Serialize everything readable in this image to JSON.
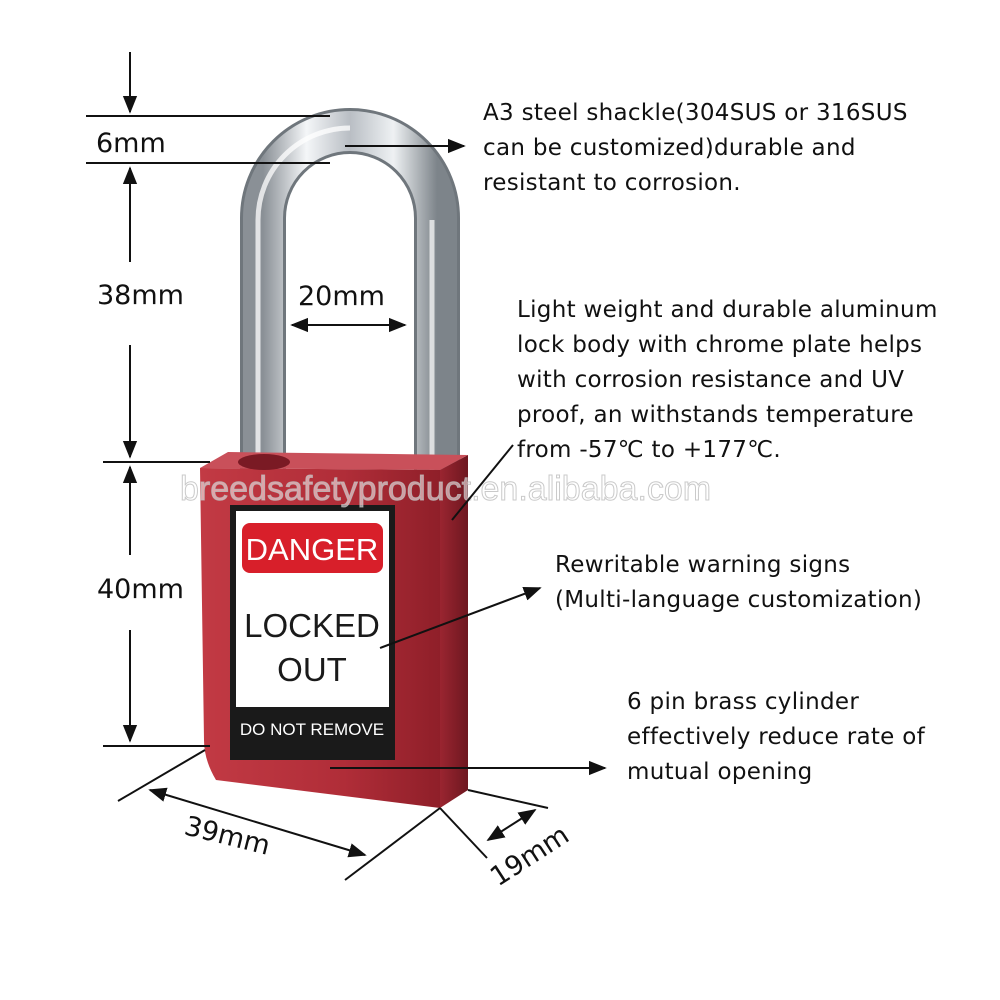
{
  "dimensions": {
    "shackle_thickness": "6mm",
    "shackle_clearance": "38mm",
    "shackle_width": "20mm",
    "body_height": "40mm",
    "body_width": "39mm",
    "body_depth": "19mm"
  },
  "label": {
    "header": "DANGER",
    "line1": "LOCKED",
    "line2": "OUT",
    "footer": "DO NOT REMOVE"
  },
  "watermark": "breedsafetyproduct.en.alibaba.com",
  "callouts": {
    "shackle": [
      "A3 steel shackle(304SUS or 316SUS",
      "can be customized)durable and",
      "resistant to corrosion."
    ],
    "body": [
      "Light weight and durable aluminum",
      "lock body with chrome plate helps",
      "with corrosion resistance and UV",
      "proof, an withstands temperature",
      "from -57℃ to +177℃."
    ],
    "signs": [
      "Rewritable warning signs",
      "(Multi-language customization)"
    ],
    "cylinder": [
      "6 pin brass cylinder",
      "effectively reduce rate of",
      "mutual opening"
    ]
  },
  "colors": {
    "lock_body": "#b2303a",
    "danger_red": "#d81f2a",
    "label_black": "#1a1a1a",
    "chrome": "#c8ccd0"
  }
}
